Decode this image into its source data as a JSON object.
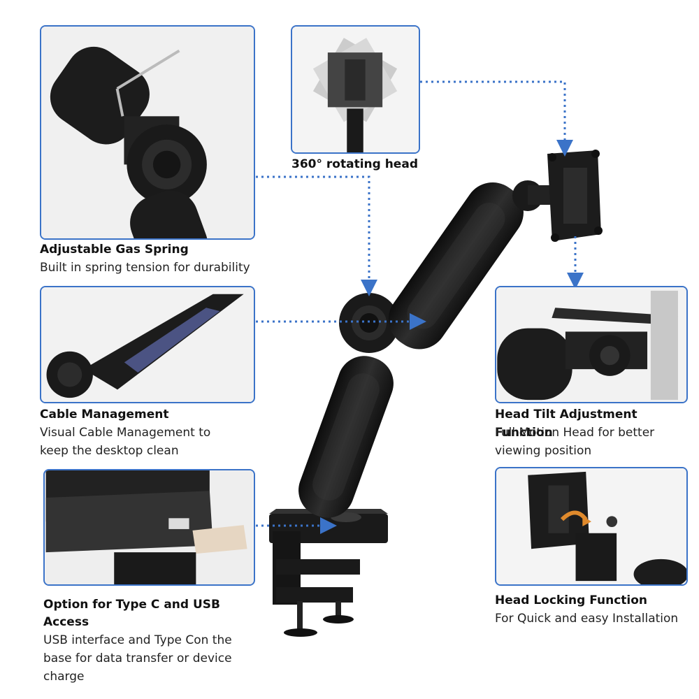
{
  "features": {
    "gas_spring": {
      "title": "Adjustable Gas Spring",
      "desc": "Built in spring tension for durability"
    },
    "rotating_head": {
      "title": "360° rotating head"
    },
    "cable": {
      "title": "Cable Management",
      "desc_line1": "Visual Cable Management to",
      "desc_line2": "keep the desktop clean"
    },
    "usb": {
      "title_line1": "Option for Type C and USB",
      "title_line2": "Access",
      "desc_line1": "USB interface and Type Con the",
      "desc_line2": "base for data transfer or device",
      "desc_line3": "charge"
    },
    "tilt": {
      "title": "Head Tilt Adjustment Function",
      "desc_line1": "Full Motion Head for better",
      "desc_line2": "viewing position"
    },
    "locking": {
      "title": "Head Locking Function",
      "desc": "For Quick and easy Installation"
    }
  },
  "colors": {
    "accent": "#3b73c8",
    "arm": "#1e1e1e",
    "arrow_orange": "#e08a2c"
  }
}
